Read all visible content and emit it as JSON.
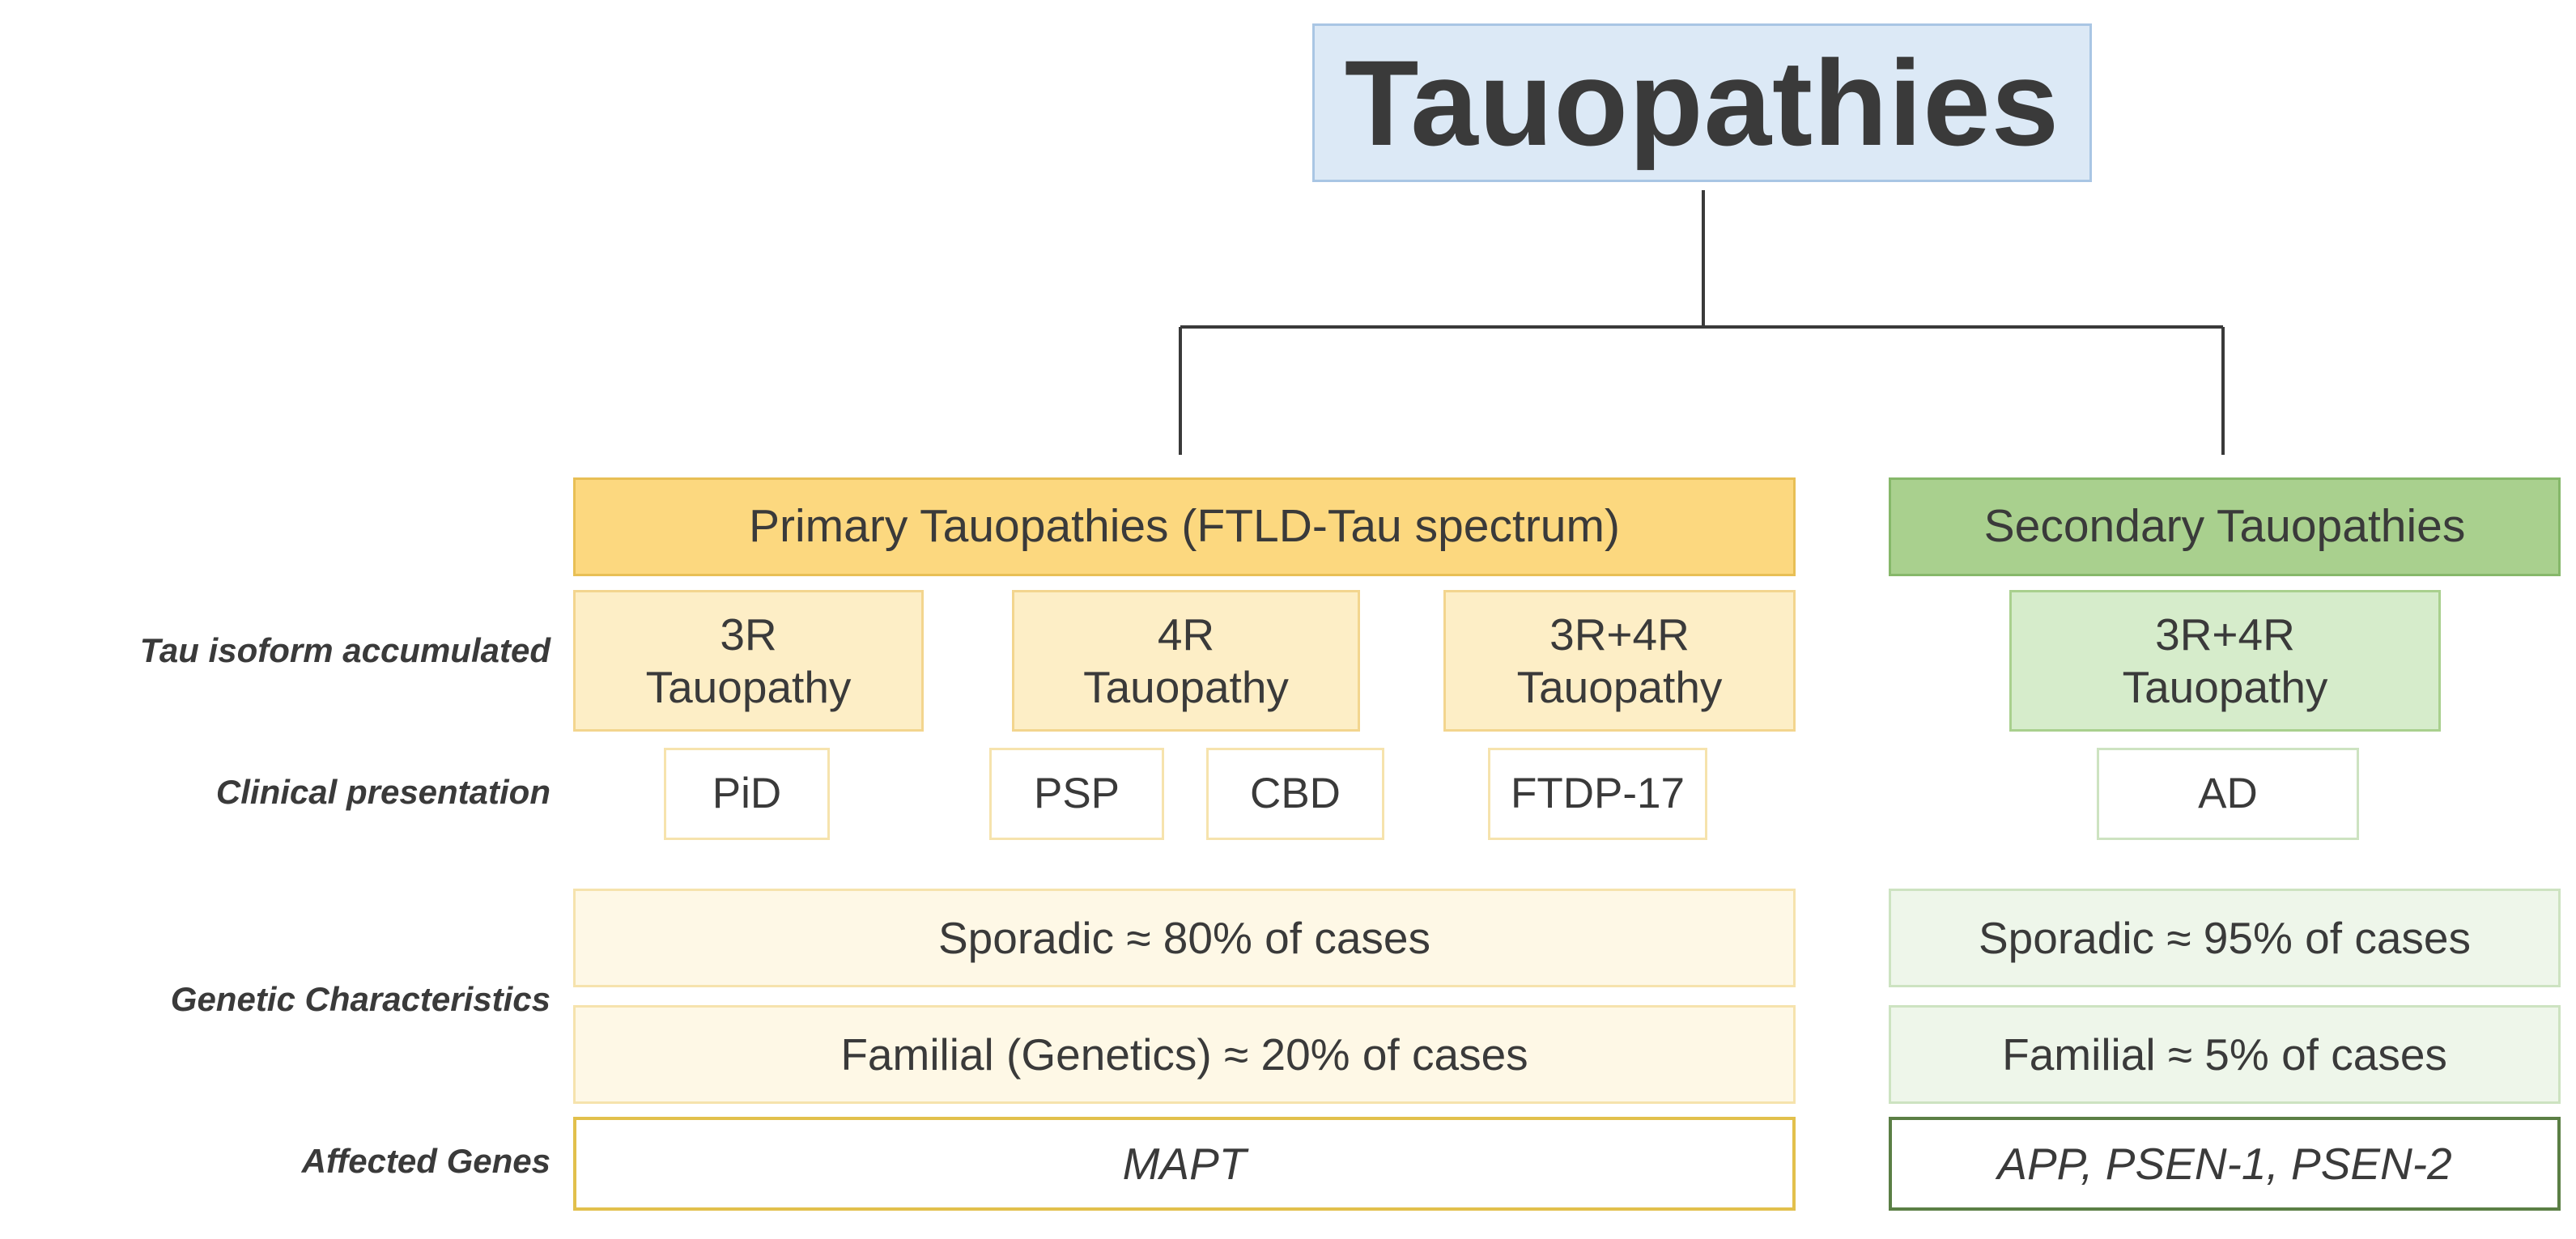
{
  "title": "Tauopathies",
  "primary": {
    "header": "Primary Tauopathies (FTLD-Tau spectrum)",
    "isoforms": [
      {
        "name": "3R",
        "type": "Tauopathy"
      },
      {
        "name": "4R",
        "type": "Tauopathy"
      },
      {
        "name": "3R+4R",
        "type": "Tauopathy"
      }
    ],
    "clinical": [
      "PiD",
      "PSP",
      "CBD",
      "FTDP-17"
    ],
    "sporadic": "Sporadic ≈ 80% of cases",
    "familial": "Familial (Genetics) ≈ 20% of cases",
    "genes": "MAPT"
  },
  "secondary": {
    "header": "Secondary Tauopathies",
    "isoform": {
      "name": "3R+4R",
      "type": "Tauopathy"
    },
    "clinical": "AD",
    "sporadic": "Sporadic ≈ 95% of cases",
    "familial": "Familial ≈ 5% of cases",
    "genes": "APP, PSEN-1, PSEN-2"
  },
  "row_labels": {
    "isoform": "Tau isoform accumulated",
    "clinical": "Clinical presentation",
    "genetic": "Genetic Characteristics",
    "genes": "Affected Genes"
  },
  "colors": {
    "title_fill": "#dce9f6",
    "title_border": "#a9c6e4",
    "primary_header_fill": "#fcd87f",
    "primary_header_border": "#e8bf55",
    "primary_isoform_fill": "#fdeec6",
    "primary_isoform_border": "#f3d58e",
    "primary_light_fill": "#fef8e6",
    "primary_light_border": "#f6e3ad",
    "primary_genes_border": "#e2c04c",
    "secondary_header_fill": "#a9d08e",
    "secondary_header_border": "#86b86a",
    "secondary_isoform_fill": "#d6eccb",
    "secondary_isoform_border": "#a9d08e",
    "secondary_light_fill": "#eef6ea",
    "secondary_light_border": "#cde3c1",
    "secondary_genes_border": "#5b7f45",
    "connector": "#3a3a3a"
  }
}
